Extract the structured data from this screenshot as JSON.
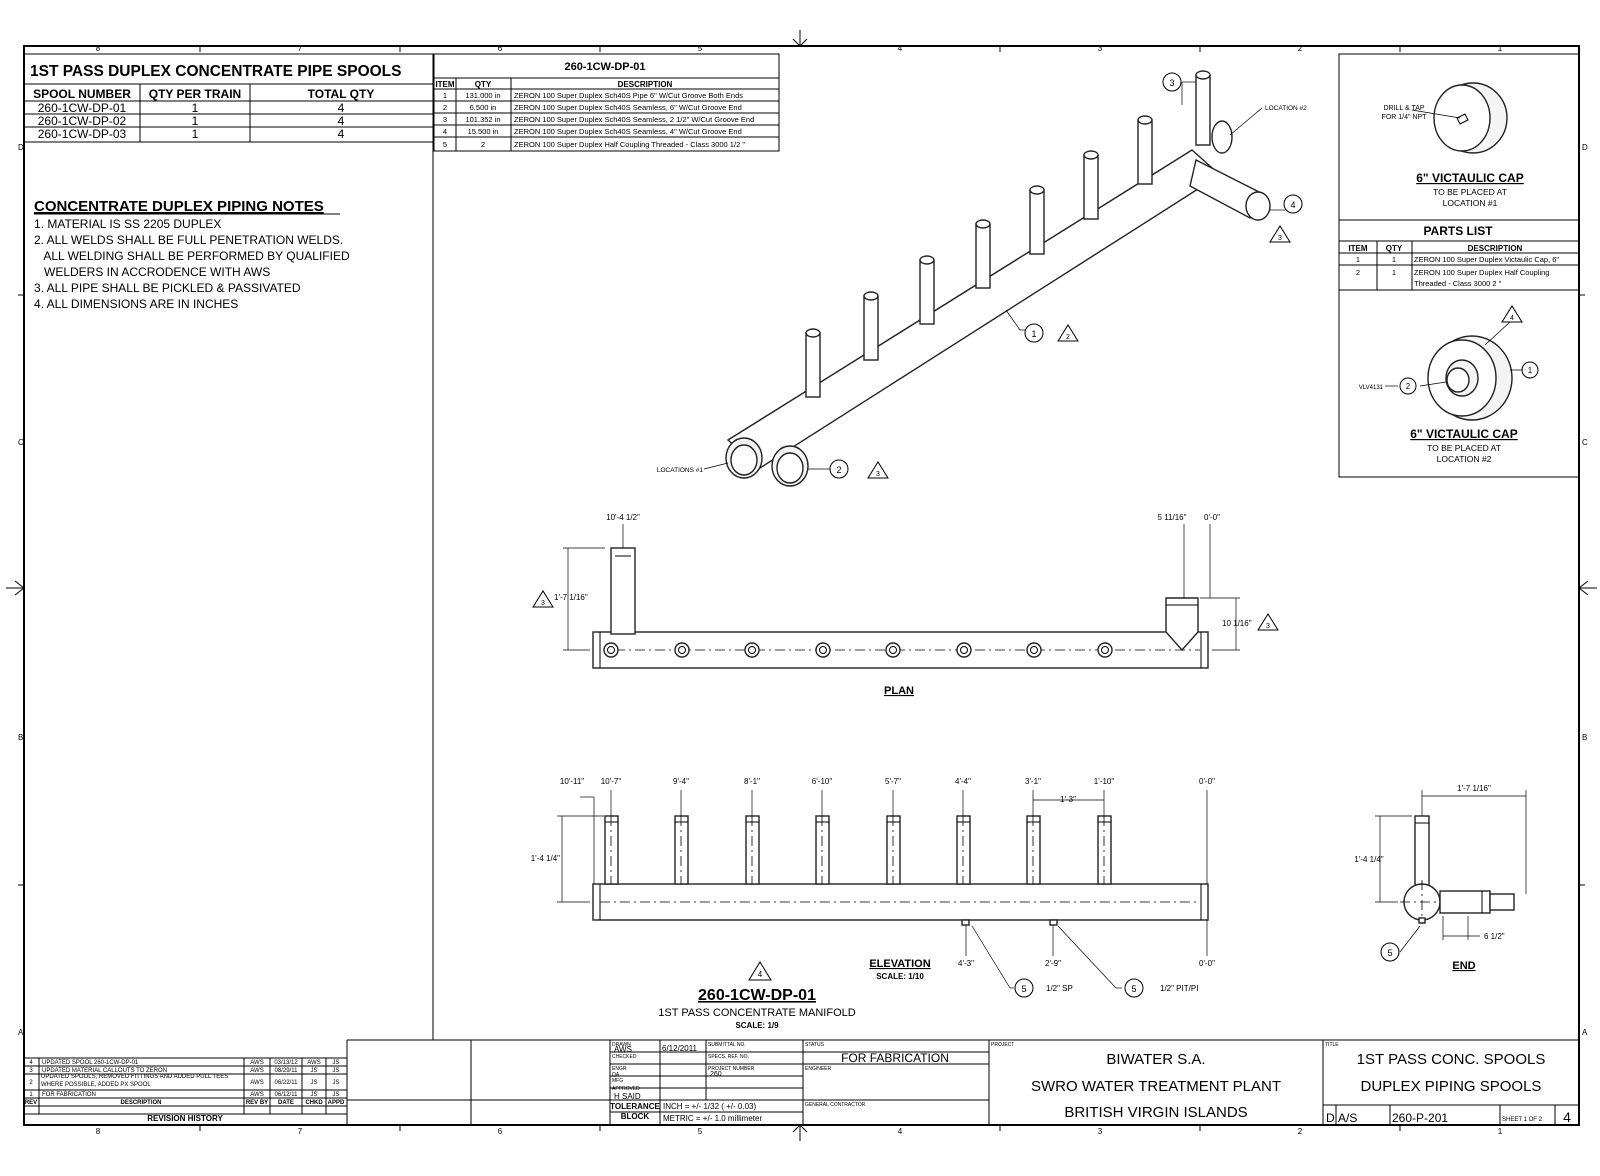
{
  "border": {
    "zones_top": [
      "8",
      "7",
      "6",
      "5",
      "4",
      "3",
      "2",
      "1"
    ],
    "zones_side": [
      "D",
      "C",
      "B",
      "A"
    ]
  },
  "spool_table": {
    "title": "1ST PASS DUPLEX CONCENTRATE PIPE SPOOLS",
    "headers": [
      "SPOOL NUMBER",
      "QTY PER TRAIN",
      "TOTAL QTY"
    ],
    "rows": [
      [
        "260-1CW-DP-01",
        "1",
        "4"
      ],
      [
        "260-1CW-DP-02",
        "1",
        "4"
      ],
      [
        "260-1CW-DP-03",
        "1",
        "4"
      ]
    ]
  },
  "notes": {
    "title": "CONCENTRATE DUPLEX PIPING NOTES",
    "lines": [
      "1. MATERIAL IS SS 2205 DUPLEX",
      "2. ALL WELDS SHALL BE FULL PENETRATION WELDS.",
      "   ALL WELDING SHALL BE PERFORMED BY QUALIFIED",
      "   WELDERS IN ACCRODENCE WITH AWS",
      "3. ALL PIPE SHALL BE PICKLED & PASSIVATED",
      "4. ALL DIMENSIONS ARE IN INCHES"
    ]
  },
  "bom": {
    "title": "260-1CW-DP-01",
    "headers": [
      "ITEM",
      "QTY",
      "DESCRIPTION"
    ],
    "rows": [
      [
        "1",
        "131.000 in",
        "ZERON 100 Super Duplex Sch40S Pipe 6\" W/Cut Groove Both Ends"
      ],
      [
        "2",
        "6.500 in",
        "ZERON 100 Super Duplex Sch40S Seamless, 6\" W/Cut Groove End"
      ],
      [
        "3",
        "101.352 in",
        "ZERON 100 Super Duplex Sch40S Seamless, 2 1/2\" W/Cut Groove End"
      ],
      [
        "4",
        "15.500 in",
        "ZERON 100 Super Duplex Sch40S Seamless, 4\" W/Cut Groove End"
      ],
      [
        "5",
        "2",
        "ZERON 100 Super Duplex  Half Coupling Threaded - Class 3000 1/2 \""
      ]
    ]
  },
  "cap1": {
    "note": [
      "DRILL & TAP",
      "FOR 1/4\" NPT"
    ],
    "title": "6\" VICTAULIC CAP",
    "sub": [
      "TO BE PLACED AT",
      "LOCATION #1"
    ]
  },
  "parts_list": {
    "title": "PARTS LIST",
    "headers": [
      "ITEM",
      "QTY",
      "DESCRIPTION"
    ],
    "rows": [
      [
        "1",
        "1",
        "ZERON 100 Super Duplex Victaulic Cap, 6\""
      ],
      [
        "2",
        "1",
        "ZERON 100 Super Duplex  Half Coupling"
      ],
      [
        "",
        "",
        "Threaded - Class 3000 2 \""
      ]
    ]
  },
  "cap2": {
    "tag": "VLV4131",
    "title": "6\" VICTAULIC CAP",
    "sub": [
      "TO BE PLACED AT",
      "LOCATION #2"
    ]
  },
  "iso": {
    "location1": "LOCATIONS #1",
    "location2": "LOCATION #2"
  },
  "plan": {
    "label": "PLAN",
    "dims": [
      "10'-4 1/2\"",
      "1'-7 1/16\"",
      "5 11/16\"",
      "0'-0\"",
      "10 1/16\""
    ]
  },
  "elevation": {
    "label": "ELEVATION",
    "scale": "SCALE: 1/10",
    "top_dims": [
      "10'-11\"",
      "10'-7\"",
      "9'-4\"",
      "8'-1\"",
      "6'-10\"",
      "5'-7\"",
      "4'-4\"",
      "3'-1\"",
      "1'-10\"",
      "0'-0\""
    ],
    "pitch": "1'-3\"",
    "height": "1'-4 1/4\"",
    "bottom_dims": [
      "4'-3\"",
      "2'-9\"",
      "0'-0\""
    ],
    "callouts": [
      "1/2\" SP",
      "1/2\" PIT/PI"
    ]
  },
  "end_view": {
    "label": "END",
    "dims": [
      "1'-7 1/16\"",
      "1'-4 1/4\"",
      "6 1/2\""
    ]
  },
  "view_title": {
    "rev_mark": "4",
    "name": "260-1CW-DP-01",
    "desc": "1ST PASS CONCENTRATE MANIFOLD",
    "scale": "SCALE: 1/9"
  },
  "revisions": {
    "rows": [
      [
        "4",
        "UPDATED SPOOL 260-1CW-DP-01",
        "AWS",
        "03/13/12",
        "AWS",
        "JS"
      ],
      [
        "3",
        "UPDATED MATERIAL CALLOUTS TO ZERON",
        "AWS",
        "08/29/11",
        "JS",
        "JS"
      ],
      [
        "2",
        "UPDATED SPOOLS, REMOVED FITTINGS AND ADDED PULL TEES WHERE POSSIBLE, ADDED PX SPOOL",
        "AWS",
        "06/22/11",
        "JS",
        "JS"
      ],
      [
        "1",
        "FOR FABRICATION",
        "AWS",
        "06/12/11",
        "JS",
        "JS"
      ]
    ],
    "headers": [
      "REV",
      "DESCRIPTION",
      "REV BY",
      "DATE",
      "CHKD",
      "APPD"
    ],
    "title": "REVISION HISTORY"
  },
  "title_block": {
    "drawn": "AWS",
    "date": "6/12/2011",
    "project_no": "260",
    "approved": "H SAID",
    "labels": [
      "DRAWN",
      "CHECKED",
      "ENGR",
      "QA",
      "MFG",
      "APPROVED"
    ],
    "field_labels": [
      "SUBMITTAL NO.",
      "SPECS. REF. NO.",
      "PROJECT NUMBER"
    ],
    "status_label": "STATUS",
    "status": "FOR FABRICATION",
    "engineer_label": "ENGINEER",
    "contractor_label": "GENERAL CONTRACTOR",
    "tolerance_label": "TOLERANCE BLOCK",
    "tol_inch": "INCH = +/- 1/32 ( +/- 0.03)",
    "tol_metric": "METRIC = +/- 1.0 millimeter",
    "project_label": "PROJECT",
    "client": "BIWATER S.A.",
    "project": "SWRO WATER TREATMENT PLANT",
    "location": "BRITISH VIRGIN ISLANDS",
    "title_label": "TITLE",
    "title1": "1ST PASS CONC. SPOOLS",
    "title2": "DUPLEX PIPING SPOOLS",
    "size": "D",
    "scale": "A/S",
    "dwg_no": "260-P-201",
    "sheet": "SHEET 1  OF  2",
    "rev": "4"
  }
}
